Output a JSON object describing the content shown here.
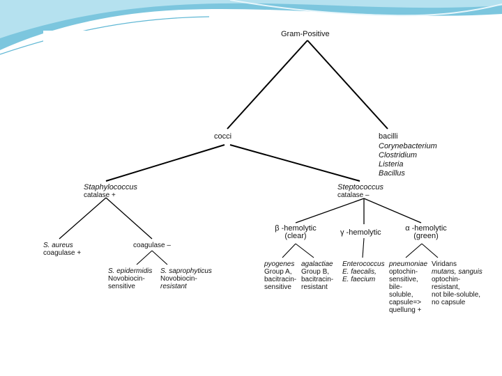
{
  "tree": {
    "root": "Gram-Positive",
    "cocci": "cocci",
    "bacilli": {
      "label": "bacilli",
      "genera": [
        "Corynebacterium",
        "Clostridium",
        "Listeria",
        "Bacillus"
      ]
    },
    "staphylococcus": {
      "name": "Staphylococcus",
      "test": "catalase +"
    },
    "streptococcus": {
      "name": "Steptococcus",
      "test": "catalase –"
    },
    "s_aureus": {
      "name": "S. aureus",
      "test": "coagulase +"
    },
    "coagulase_neg": "coagulase –",
    "s_epidermidis": {
      "name": "S. epidermidis",
      "lines": [
        "Novobiocin-",
        "sensitive"
      ]
    },
    "s_saprophyticus": {
      "name": "S. saprophyticus",
      "lines": [
        "Novobiocin-",
        "resistant"
      ]
    },
    "beta": {
      "label": "β -hemolytic",
      "sub": "(clear)"
    },
    "gamma": {
      "label": "γ -hemolytic"
    },
    "alpha": {
      "label": "α -hemolytic",
      "sub": "(green)"
    },
    "pyogenes": {
      "name": "pyogenes",
      "lines": [
        "Group A,",
        "bacitracin-",
        "sensitive"
      ]
    },
    "agalactiae": {
      "name": "agalactiae",
      "lines": [
        "Group B,",
        "bacitracin-",
        "resistant"
      ]
    },
    "enterococcus": {
      "name": "Enterococcus",
      "lines": [
        "E. faecalis,",
        "E. faecium"
      ]
    },
    "pneumoniae": {
      "name": "pneumoniae",
      "lines": [
        "optochin-",
        "sensitive,",
        "bile-",
        "soluble,",
        "capsule=>",
        "quellung +"
      ]
    },
    "viridans": {
      "name": "Viridans",
      "subname": "mutans, sanguis",
      "lines": [
        "optochin-",
        "resistant,",
        "not bile-soluble,",
        "no capsule"
      ]
    }
  }
}
